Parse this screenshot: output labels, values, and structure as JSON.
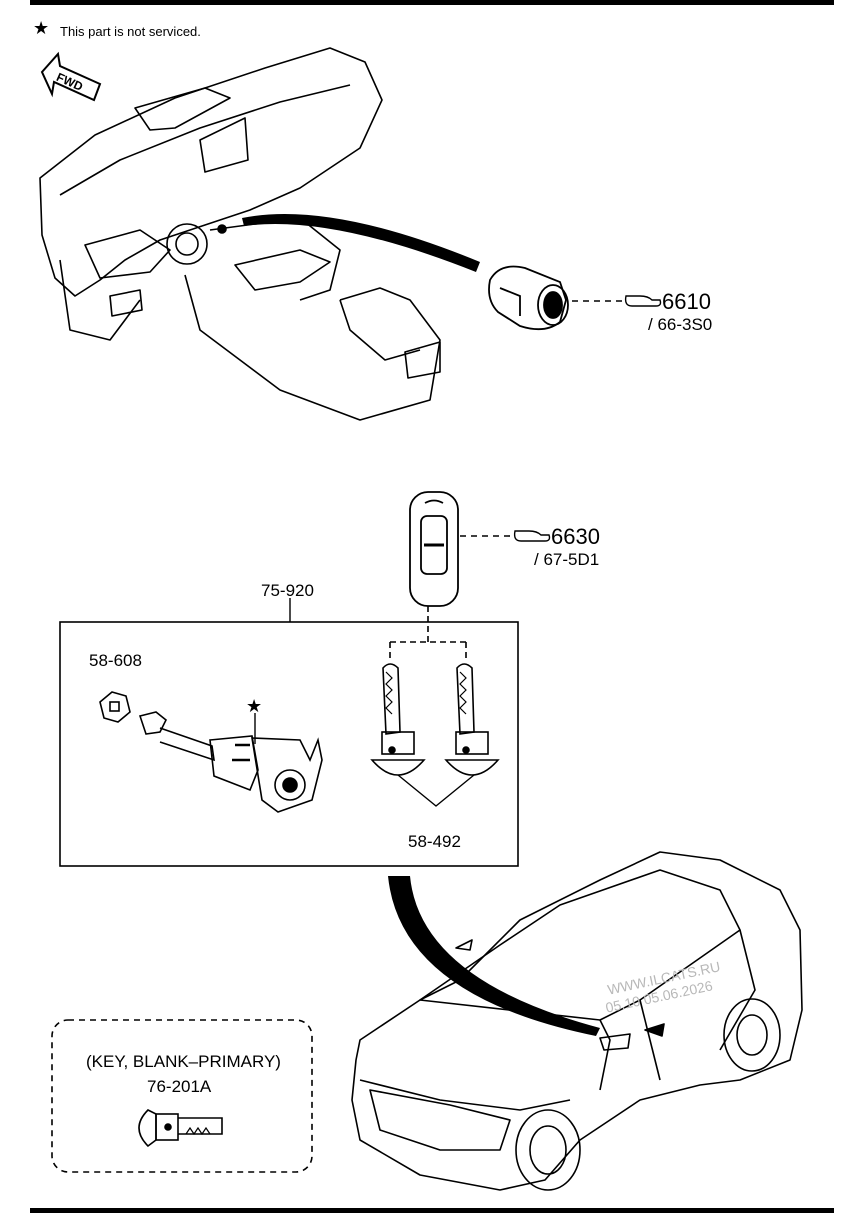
{
  "legend": {
    "note_text": "This part is not serviced."
  },
  "fwd_label": "FWD",
  "callouts": {
    "switch_ref": "6610",
    "switch_sub": "/ 66-3S0",
    "fob_ref": "6630",
    "fob_sub": "/ 67-5D1"
  },
  "parts": {
    "set_label": "75-920",
    "cap_label": "58-608",
    "keys_label": "58-492",
    "blank_desc": "(KEY, BLANK–PRIMARY)",
    "blank_label": "76-201A"
  },
  "watermark": {
    "line1": "WWW.ILCATS.RU",
    "line2": "05.10  05.06.2026"
  }
}
